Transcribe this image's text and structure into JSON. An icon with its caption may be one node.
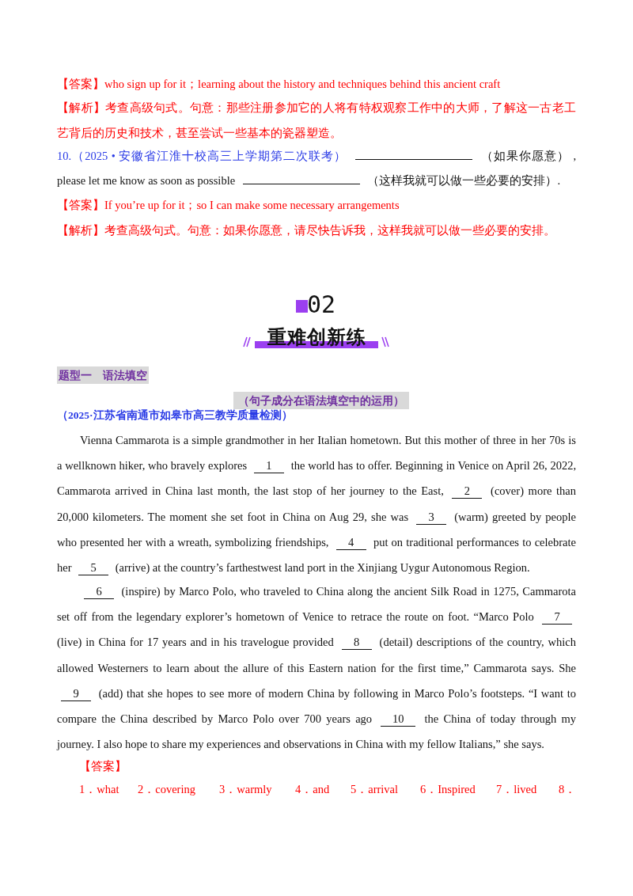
{
  "diagram": {
    "labels": [
      "【答案】who sign up for it；learning about the history and techniques behind this ancient craft",
      "【解析】考查高级句式。句意：那些注册参加它的人将有特权观察工作中的大师，了解这一古老工艺背后的历史和技术，甚至尝试一些基本的瓷器塑造。",
      "10.（2025 • 安徽省江淮十校高三上学期第二次联考）",
      "（如果你愿意） , please let me know as soon as possible",
      "（这样我就可以做一些必要的安排）.",
      "【答案】If you’re up for it；so I can make some necessary arrangements",
      "【解析】考查高级句式。句意：如果你愿意，请尽快告诉我，这样我就可以做一些必要的安排。",
      "02",
      "重难创新练",
      "题型一　语法填空",
      "（句子成分在语法填空中的运用）",
      "（2025·江苏省南通市如皋市高三教学质量检测）",
      "Vienna Cammarota is a simple grandmother in her Italian hometown. But this mother of three in her 70s is a wellknown hiker, who bravely explores",
      "1",
      "the world has to offer. Beginning in Venice on April 26, 2022, Cammarota arrived in China last month, the last stop of her journey to the East,",
      "2",
      "(cover) more than 20,000 kilometers. The moment she set foot in China on Aug 29, she was",
      "3",
      "(warm) greeted by people who presented her with a wreath, symbolizing friendships,",
      "4",
      "put on traditional performances to celebrate her",
      "5",
      "(arrive) at the country’s farthestwest land port in the Xinjiang Uygur Autonomous Region.",
      "6",
      "(inspire) by Marco Polo, who traveled to China along the ancient Silk Road in 1275, Cammarota set off from the legendary explorer’s hometown of Venice to retrace the route on foot. “Marco Polo",
      "7",
      "(live) in China for 17 years and in his travelogue provided",
      "8",
      "(detail) descriptions of the country, which allowed Westerners to learn about the allure of this Eastern nation for the first time,” Cammarota says. She",
      "9",
      "(add) that she hopes to see more of modern China by following in Marco Polo’s footsteps. “I want to compare the China described by Marco Polo over 700 years ago",
      "10",
      "the China of today through my journey. I also hope to share my experiences and observations in China with my fellow Italians,” she says.",
      "【答案】",
      "1．what",
      "2．covering",
      "3．warmly",
      "4．and",
      "5．arrival",
      "6．Inspired",
      "7．lived",
      "8．"
    ]
  }
}
